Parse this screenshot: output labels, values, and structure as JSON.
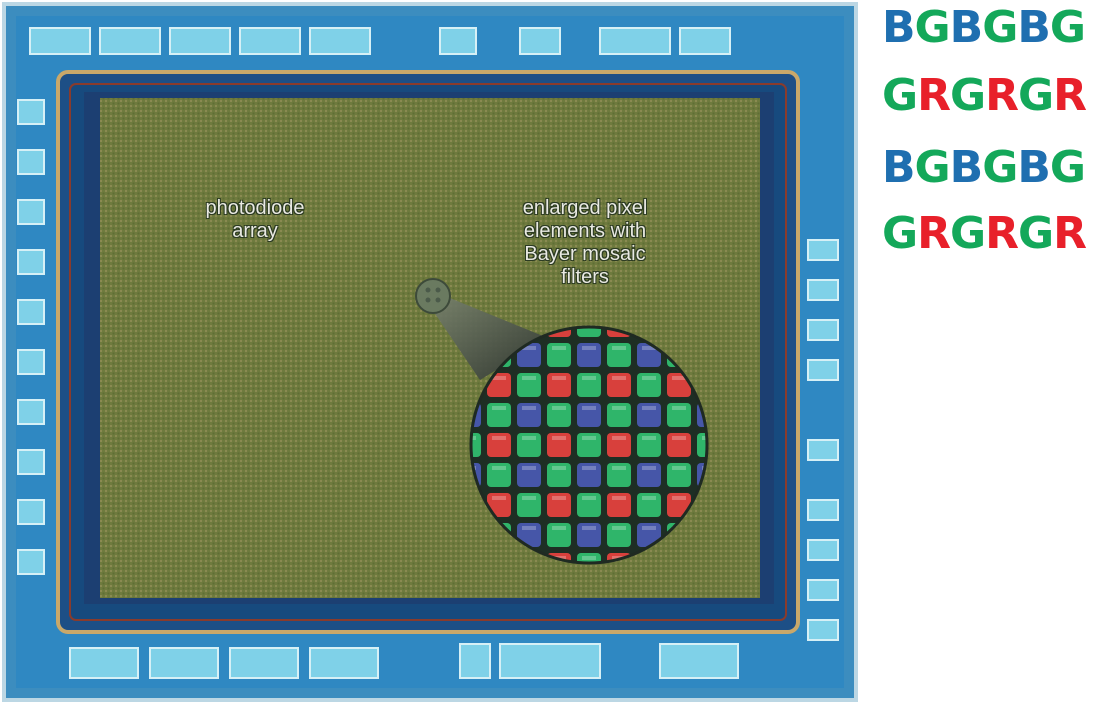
{
  "labels": {
    "photodiode": [
      "photodiode",
      "array"
    ],
    "enlarged": [
      "enlarged pixel",
      "elements with",
      "Bayer mosaic",
      "filters"
    ]
  },
  "bayer_pattern": [
    "BGBGBG",
    "GRGRGR",
    "BGBGBG",
    "GRGRGR"
  ],
  "colors": {
    "B": "#1f6fb0",
    "G": "#14a85a",
    "R": "#e8202a",
    "chip_blue": "#2f8fc6",
    "sensor_green": "#6e7a3c",
    "magnifier_red": "#d8403c",
    "magnifier_green": "#2fb56a",
    "magnifier_blue": "#4656a8"
  }
}
